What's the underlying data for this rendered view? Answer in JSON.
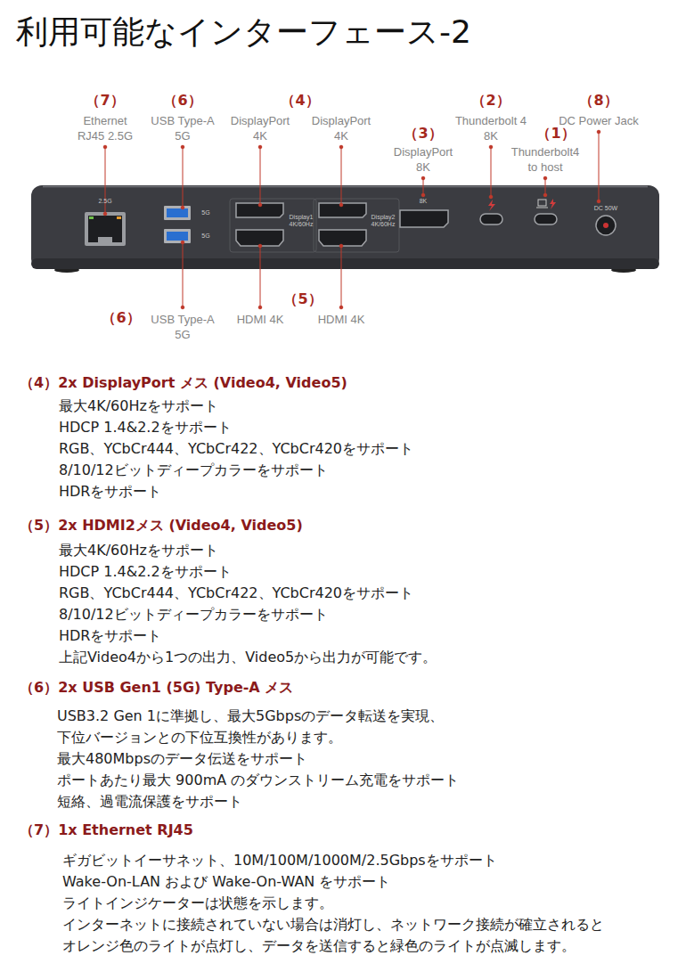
{
  "diagram": {
    "title": "利用可能なインターフェース-2",
    "nodes": [
      {
        "text": [
          "2.5G",
          "5G",
          "5G",
          "Display1 4K/60Hz",
          "Display2 4K/60Hz",
          "8K",
          "DC 50W"
        ]
      }
    ],
    "labels": [
      "（7）",
      "Ethernet RJ45 2.5G",
      "（6）",
      "USB Type-A 5G",
      "（4）",
      "DisplayPort 4K",
      "DisplayPort 4K",
      "（3）",
      "DisplayPort 8K",
      "（2）",
      "Thunderbolt 4 8K",
      "（1）",
      "Thunderbolt4 to host",
      "（8）",
      "DC Power Jack",
      "（6）",
      "USB Type-A 5G",
      "HDMI 4K",
      "（5）",
      "HDMI 4K",
      "（4）2x DisplayPort メス (Video4, Video5)",
      "最大4K/60Hzをサポート",
      "HDCP 1.4&2.2をサポート",
      "RGB、YCbCr444、YCbCr422、YCbCr420をサポート",
      "8/10/12ビットディープカラーをサポート",
      "HDRをサポート",
      "（5）2x HDMI2メス (Video4, Video5)",
      "最大4K/60Hzをサポート",
      "HDCP 1.4&2.2をサポート",
      "RGB、YCbCr444、YCbCr422、YCbCr420をサポート",
      "8/10/12ビットディープカラーをサポート",
      "HDRをサポート",
      "上記Video4から1つの出力、Video5から出力が可能です。",
      "（6）2x USB Gen1 (5G) Type-A メス",
      "USB3.2 Gen 1に準拠し、最大5Gbpsのデータ転送を実現、",
      "下位バージョンとの下位互換性があります。",
      "最大480Mbpsのデータ伝送をサポート",
      "ポートあたり最大 900mA のダウンストリーム充電をサポート",
      "短絡、過電流保護をサポート",
      "（7）1x Ethernet RJ45",
      "ギガビットイーサネット、10M/100M/1000M/2.5Gbpsをサポート",
      "Wake-On-LAN および Wake-On-WAN をサポート",
      "ライトインジケーターは状態を示します。",
      "インターネットに接続されていない場合は消灯し、ネットワーク接続が確立されると",
      "オレンジ色のライトが点灯し、データを送信すると緑色のライトが点滅します。"
    ]
  }
}
